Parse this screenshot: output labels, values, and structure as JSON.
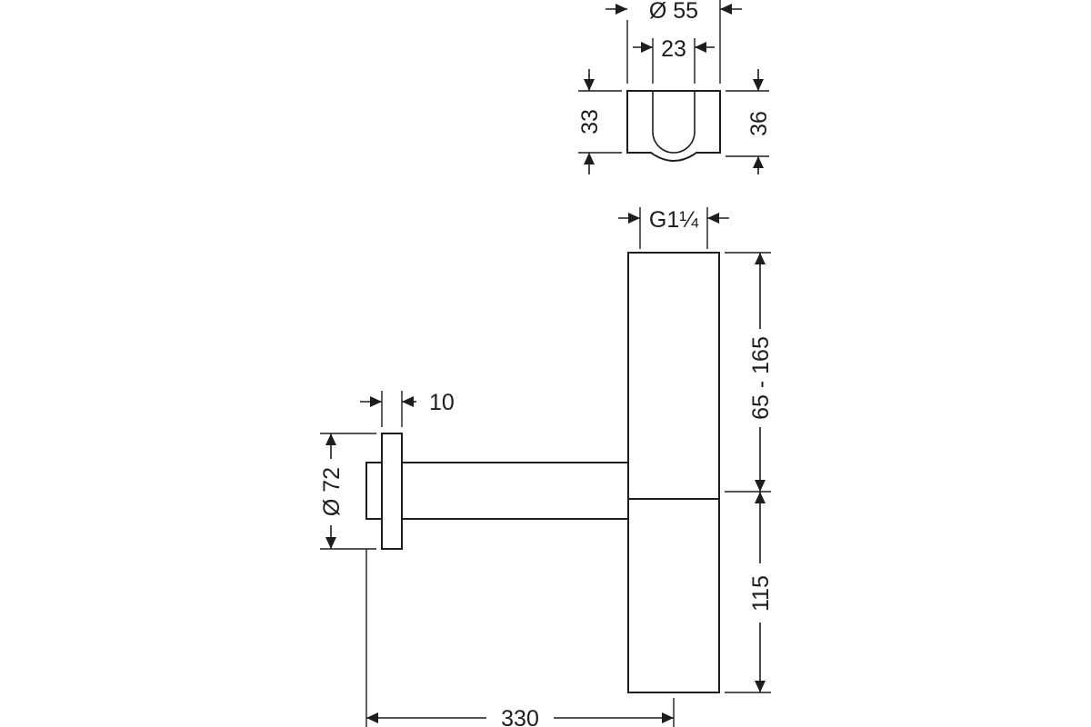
{
  "colors": {
    "line": "#1d1d1b",
    "background": "#ffffff"
  },
  "dimensions": {
    "top_outer_diameter": "Ø 55",
    "top_slot_width": "23",
    "top_height_left": "33",
    "top_height_right": "36",
    "thread": "G1¼",
    "upper_body_height": "65 - 165",
    "lower_body_height": "115",
    "flange_thickness": "10",
    "flange_diameter": "Ø 72",
    "overall_projection": "330"
  }
}
